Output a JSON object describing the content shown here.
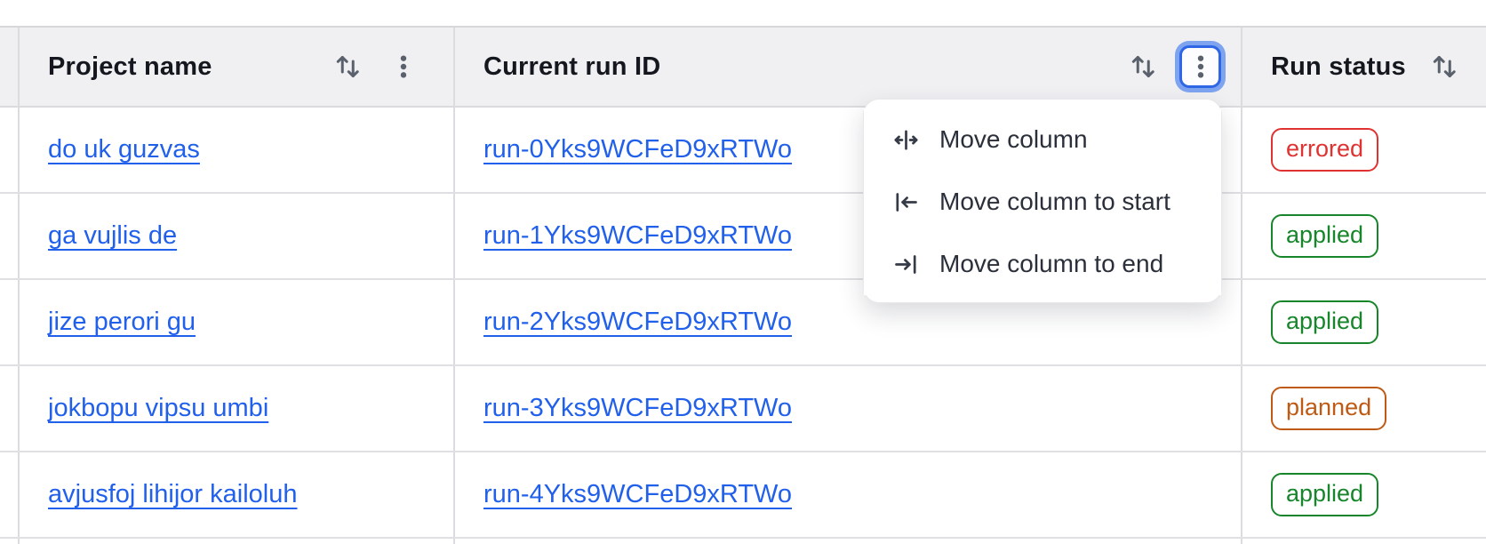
{
  "table": {
    "columns": {
      "project": {
        "label": "Project name"
      },
      "run_id": {
        "label": "Current run ID"
      },
      "status": {
        "label": "Run status"
      }
    },
    "rows": [
      {
        "project": "do uk guzvas",
        "run_id": "run-0Yks9WCFeD9xRTWo",
        "status": "errored"
      },
      {
        "project": "ga vujlis de",
        "run_id": "run-1Yks9WCFeD9xRTWo",
        "status": "applied"
      },
      {
        "project": "jize perori gu",
        "run_id": "run-2Yks9WCFeD9xRTWo",
        "status": "applied"
      },
      {
        "project": "jokbopu vipsu umbi",
        "run_id": "run-3Yks9WCFeD9xRTWo",
        "status": "planned"
      },
      {
        "project": "avjusfoj lihijor kailoluh",
        "run_id": "run-4Yks9WCFeD9xRTWo",
        "status": "applied"
      }
    ]
  },
  "column_menu": {
    "items": [
      {
        "label": "Move column",
        "icon": "move-column-icon"
      },
      {
        "label": "Move column to start",
        "icon": "move-column-start-icon"
      },
      {
        "label": "Move column to end",
        "icon": "move-column-end-icon"
      }
    ]
  },
  "icons": {
    "sort": "sort-arrows-icon",
    "kebab": "kebab-menu-icon"
  },
  "colors": {
    "link": "#2160EB",
    "status_errored": "#E03231",
    "status_applied": "#17862B",
    "status_planned": "#BF5A15",
    "focus_border": "#2E66E5",
    "focus_ring": "#7EA4F0",
    "header_bg": "#F0F0F2",
    "grid_border": "#DCDCE0"
  }
}
